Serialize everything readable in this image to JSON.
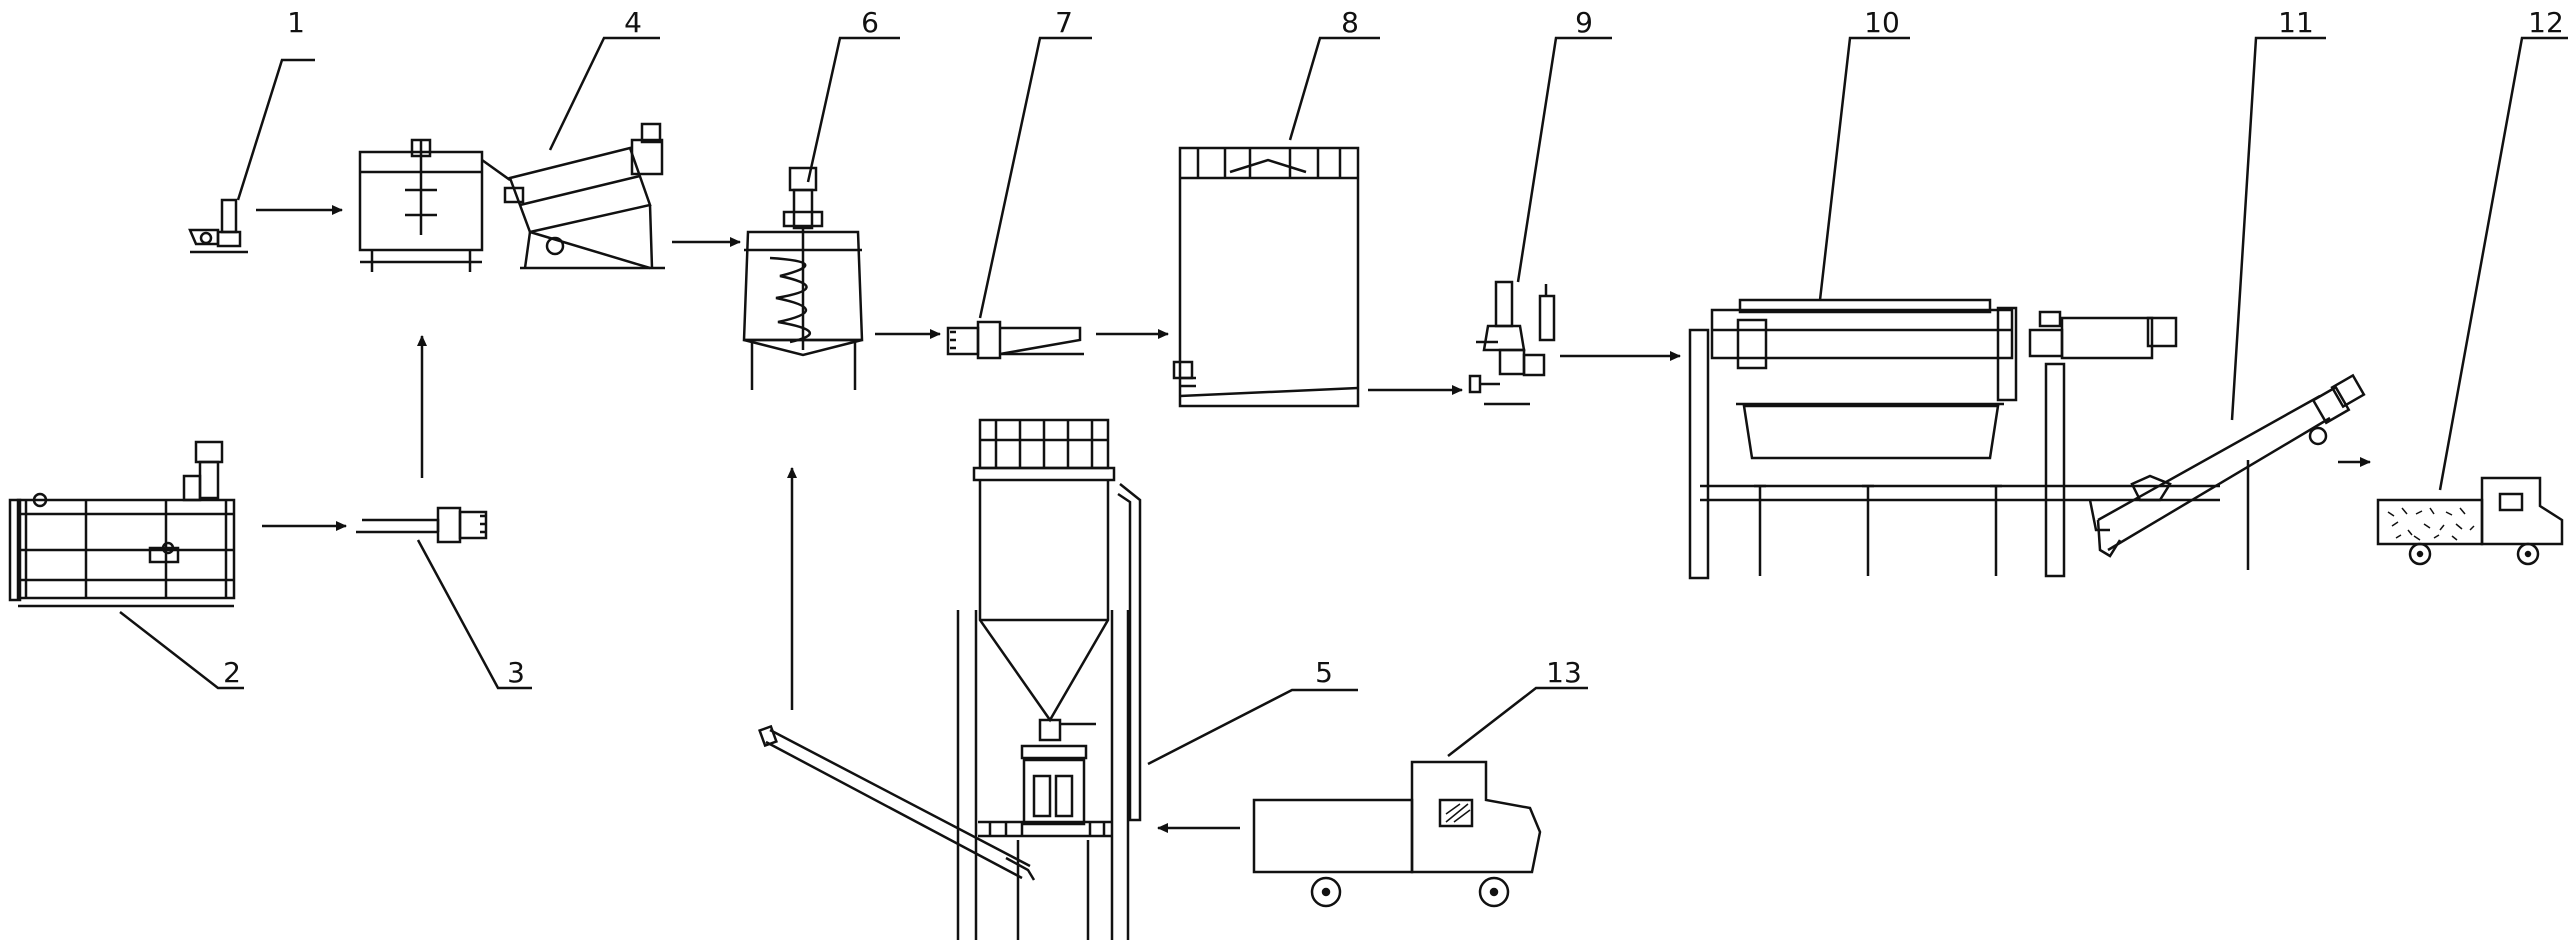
{
  "diagram": {
    "labels": {
      "l1": "1",
      "l2": "2",
      "l3": "3",
      "l4": "4",
      "l5": "5",
      "l6": "6",
      "l7": "7",
      "l8": "8",
      "l9": "9",
      "l10": "10",
      "l11": "11",
      "l12": "12",
      "l13": "13"
    },
    "colors": {
      "stroke": "#111111",
      "background": "#ffffff"
    }
  }
}
